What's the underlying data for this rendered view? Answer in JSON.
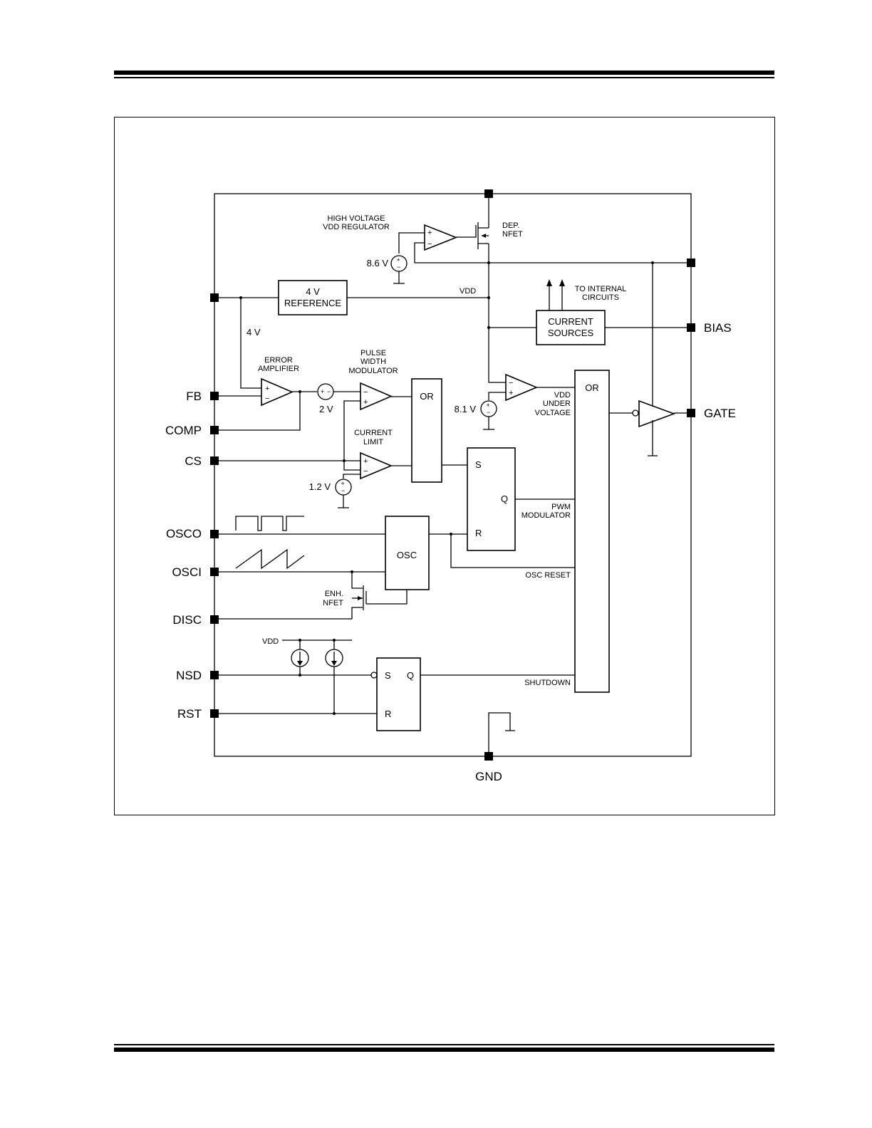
{
  "pins": {
    "fb": "FB",
    "comp": "COMP",
    "cs": "CS",
    "osco": "OSCO",
    "osci": "OSCI",
    "disc": "DISC",
    "nsd": "NSD",
    "rst": "RST",
    "bias": "BIAS",
    "gate": "GATE",
    "gnd": "GND"
  },
  "blocks": {
    "reference_l1": "4 V",
    "reference_l2": "REFERENCE",
    "current_sources_l1": "CURRENT",
    "current_sources_l2": "SOURCES",
    "or1": "OR",
    "or2": "OR",
    "osc": "OSC",
    "latch1_s": "S",
    "latch1_q": "Q",
    "latch1_r": "R",
    "latch2_s": "S",
    "latch2_q": "Q",
    "latch2_r": "R"
  },
  "labels": {
    "hv_reg_l1": "HIGH VOLTAGE",
    "hv_reg_l2": "VDD REGULATOR",
    "dep_l1": "DEP.",
    "dep_l2": "NFET",
    "v86": "8.6 V",
    "vdd_line": "VDD",
    "to_internal_l1": "TO INTERNAL",
    "to_internal_l2": "CIRCUITS",
    "v4": "4 V",
    "error_amp_l1": "ERROR",
    "error_amp_l2": "AMPLIFIER",
    "pwm_l1": "PULSE",
    "pwm_l2": "WIDTH",
    "pwm_l3": "MODULATOR",
    "v2": "2 V",
    "uv_l1": "VDD",
    "uv_l2": "UNDER",
    "uv_l3": "VOLTAGE",
    "v81": "8.1 V",
    "cl_l1": "CURRENT",
    "cl_l2": "LIMIT",
    "v12": "1.2 V",
    "pwm_mod_l1": "PWM",
    "pwm_mod_l2": "MODULATOR",
    "osc_reset": "OSC RESET",
    "enh_l1": "ENH.",
    "enh_l2": "NFET",
    "vdd_sources": "VDD",
    "shutdown": "SHUTDOWN"
  }
}
